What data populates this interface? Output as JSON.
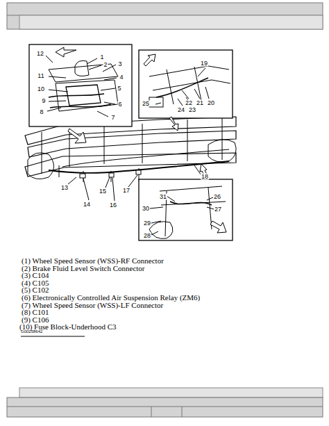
{
  "diagram": {
    "labels": [
      "1",
      "2",
      "3",
      "4",
      "5",
      "6",
      "7",
      "8",
      "9",
      "10",
      "11",
      "12",
      "13",
      "14",
      "15",
      "16",
      "17",
      "18",
      "19",
      "20",
      "21",
      "22",
      "23",
      "24",
      "25",
      "26",
      "27",
      "28",
      "29",
      "30",
      "31",
      "(1) Wheel Speed Sensor (WSS)-RF Connector",
      "(2) Brake Fluid Level Switch Connector",
      "(3) C104",
      "(4) C105",
      "(5) C102",
      "(6) Electronically Controlled Air Suspension Relay (ZM6)",
      "(7) Wheel Speed Sensor (WSS)-LF Connector",
      "(8) C101",
      "(9) C106",
      "(10) Fuse Block-Underhood C3",
      "G00258642"
    ]
  }
}
